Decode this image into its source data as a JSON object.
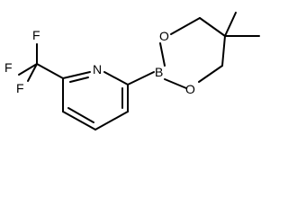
{
  "structure": {
    "atoms": {
      "f_top": "F",
      "f_left": "F",
      "f_bottom": "F",
      "n_pyridine": "N",
      "boron": "B",
      "o_top": "O",
      "o_bottom": "O"
    }
  },
  "colors": {
    "ink": "#000000",
    "background": "#ffffff"
  }
}
